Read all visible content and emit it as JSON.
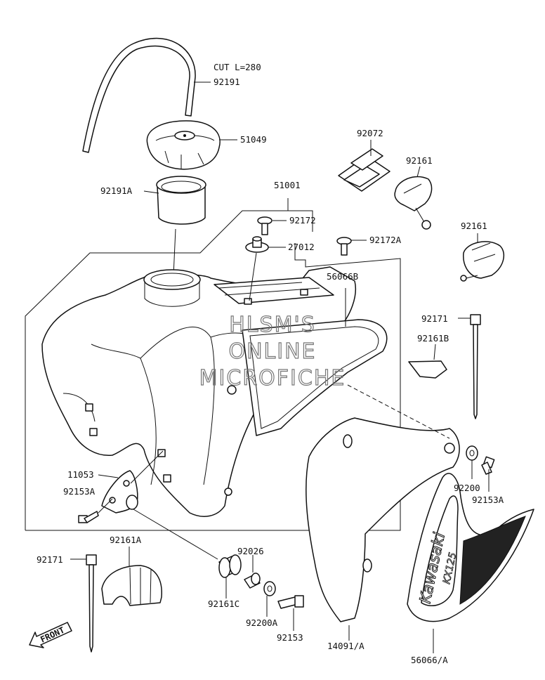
{
  "diagram": {
    "labels": {
      "cut": "CUT L=280",
      "p92191": "92191",
      "p51049": "51049",
      "p92191A": "92191A",
      "p51001": "51001",
      "p92172": "92172",
      "p27012": "27012",
      "p92172A": "92172A",
      "p92072": "92072",
      "p92161_1": "92161",
      "p92161_2": "92161",
      "p56066B": "56066B",
      "p92171_r": "92171",
      "p92161B": "92161B",
      "p11053": "11053",
      "p92153A_l": "92153A",
      "p92200": "92200",
      "p92153A_r": "92153A",
      "p92171_l": "92171",
      "p92161A": "92161A",
      "p92026": "92026",
      "p92161C": "92161C",
      "p92200A": "92200A",
      "p92153": "92153",
      "p14091A": "14091/A",
      "p56066A": "56066/A"
    },
    "watermark": [
      "HLSM'S",
      "ONLINE",
      "MICROFICHE"
    ],
    "decal_text": "Kawasaki",
    "decal_sub": "KX125",
    "front_arrow": "FRONT"
  }
}
